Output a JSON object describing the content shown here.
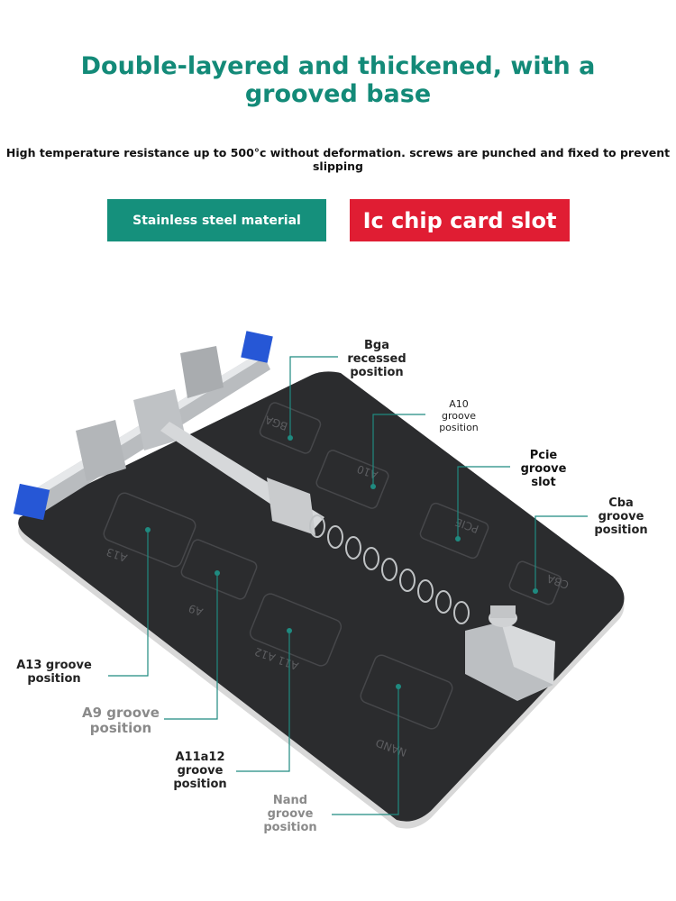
{
  "header": {
    "title": "Double-layered and thickened, with a grooved base",
    "subtitle": "High temperature resistance up to 500°c without deformation. screws are punched and fixed to prevent slipping"
  },
  "badges": {
    "material": "Stainless steel material",
    "slot": "Ic chip card slot"
  },
  "plate_engravings": [
    "BGA",
    "A10",
    "PCIE",
    "CBA",
    "A13",
    "A9",
    "A11 A12",
    "NAND"
  ],
  "callouts": {
    "bga": [
      "Bga",
      "recessed",
      "position"
    ],
    "a10": [
      "A10",
      "groove",
      "position"
    ],
    "pcie": [
      "Pcie",
      "groove",
      "slot"
    ],
    "cba": [
      "Cba",
      "groove",
      "position"
    ],
    "a13": [
      "A13 groove",
      "position"
    ],
    "a9": [
      "A9 groove",
      "position"
    ],
    "a11a12": [
      "A11a12",
      "groove",
      "position"
    ],
    "nand": [
      "Nand",
      "groove",
      "position"
    ]
  },
  "colors": {
    "accent_green": "#15907c",
    "accent_red": "#e01d33",
    "plate": "#2b2c2e",
    "callout_line": "#1f8a80"
  }
}
